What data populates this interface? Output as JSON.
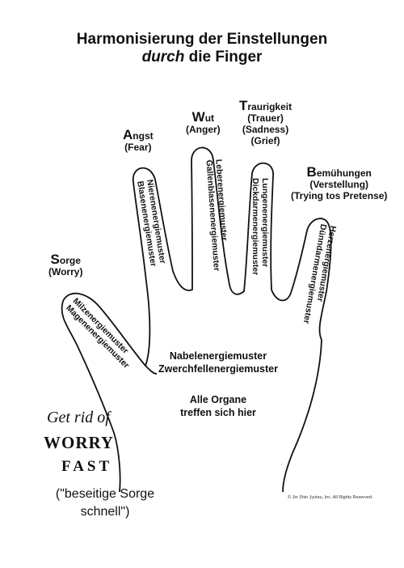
{
  "title": {
    "line1": "Harmonisierung der Einstellungen",
    "line2_italic": "durch",
    "line2_rest": " die Finger"
  },
  "fingers": {
    "thumb": {
      "initial": "S",
      "name": "orge",
      "translation": "(Worry)",
      "meridian1": "Milzenergiemuster",
      "meridian2": "Magenenergiemuster"
    },
    "index": {
      "initial": "A",
      "name": "ngst",
      "translation": "(Fear)",
      "meridian1": "Nierenenergiemuster",
      "meridian2": "Blasenenergiemuster"
    },
    "middle": {
      "initial": "W",
      "name": "ut",
      "translation": "(Anger)",
      "meridian1": "Leberenergiemuster",
      "meridian2": "Gallenblasenenergiemuster"
    },
    "ring": {
      "initial": "T",
      "name": "raurigkeit",
      "translation1": "(Trauer)",
      "translation2": "(Sadness)",
      "translation3": "(Grief)",
      "meridian1": "Lungenenergiemuster",
      "meridian2": "Dickdarmenergiemuster"
    },
    "little": {
      "initial": "B",
      "name": "emühungen",
      "translation1": "(Verstellung)",
      "translation2": "(Trying tos Pretense)",
      "meridian1": "Herzenergiemuster",
      "meridian2": "Dünndarmenergiemuster"
    }
  },
  "palm": {
    "line1": "Nabelenergiemuster",
    "line2": "Zwerchfellenergiemuster",
    "line3": "Alle Organe",
    "line4": "treffen sich hier"
  },
  "slogan": {
    "get_rid": "Get rid of",
    "worry": "WORRY",
    "fast": "FAST",
    "german1": "(\"beseitige Sorge",
    "german2": "schnell\")"
  },
  "copyright": "© Jin Shin Jyutsu, Inc. All Rights Reserved."
}
